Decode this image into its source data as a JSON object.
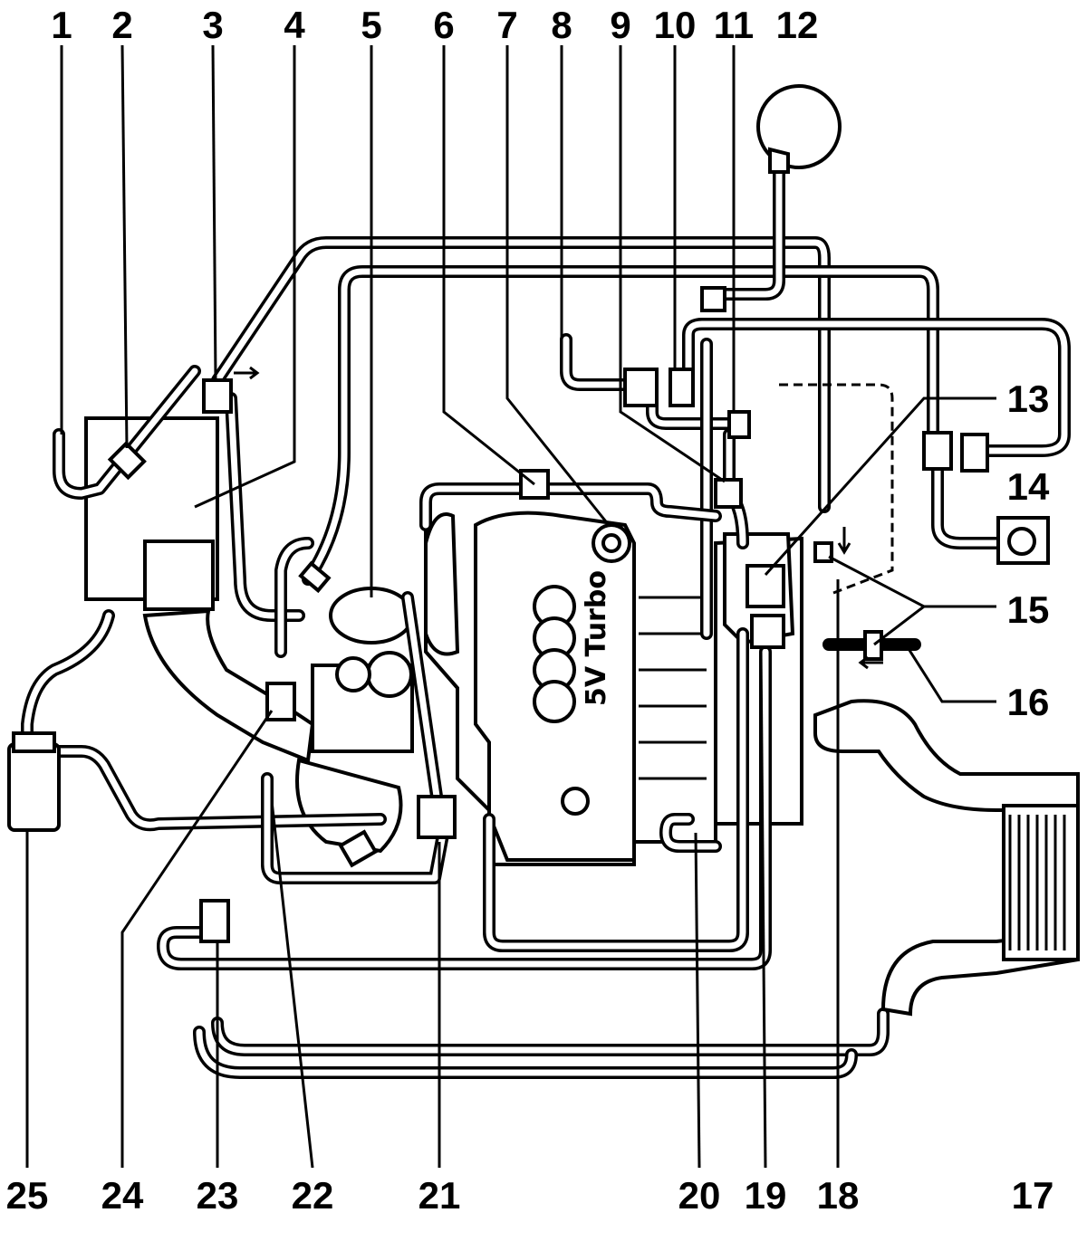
{
  "diagram": {
    "callouts": [
      "1",
      "2",
      "3",
      "4",
      "5",
      "6",
      "7",
      "8",
      "9",
      "10",
      "11",
      "12",
      "13",
      "14",
      "15",
      "16",
      "17",
      "18",
      "19",
      "20",
      "21",
      "22",
      "23",
      "24",
      "25"
    ],
    "engine_label": "5V Turbo"
  }
}
